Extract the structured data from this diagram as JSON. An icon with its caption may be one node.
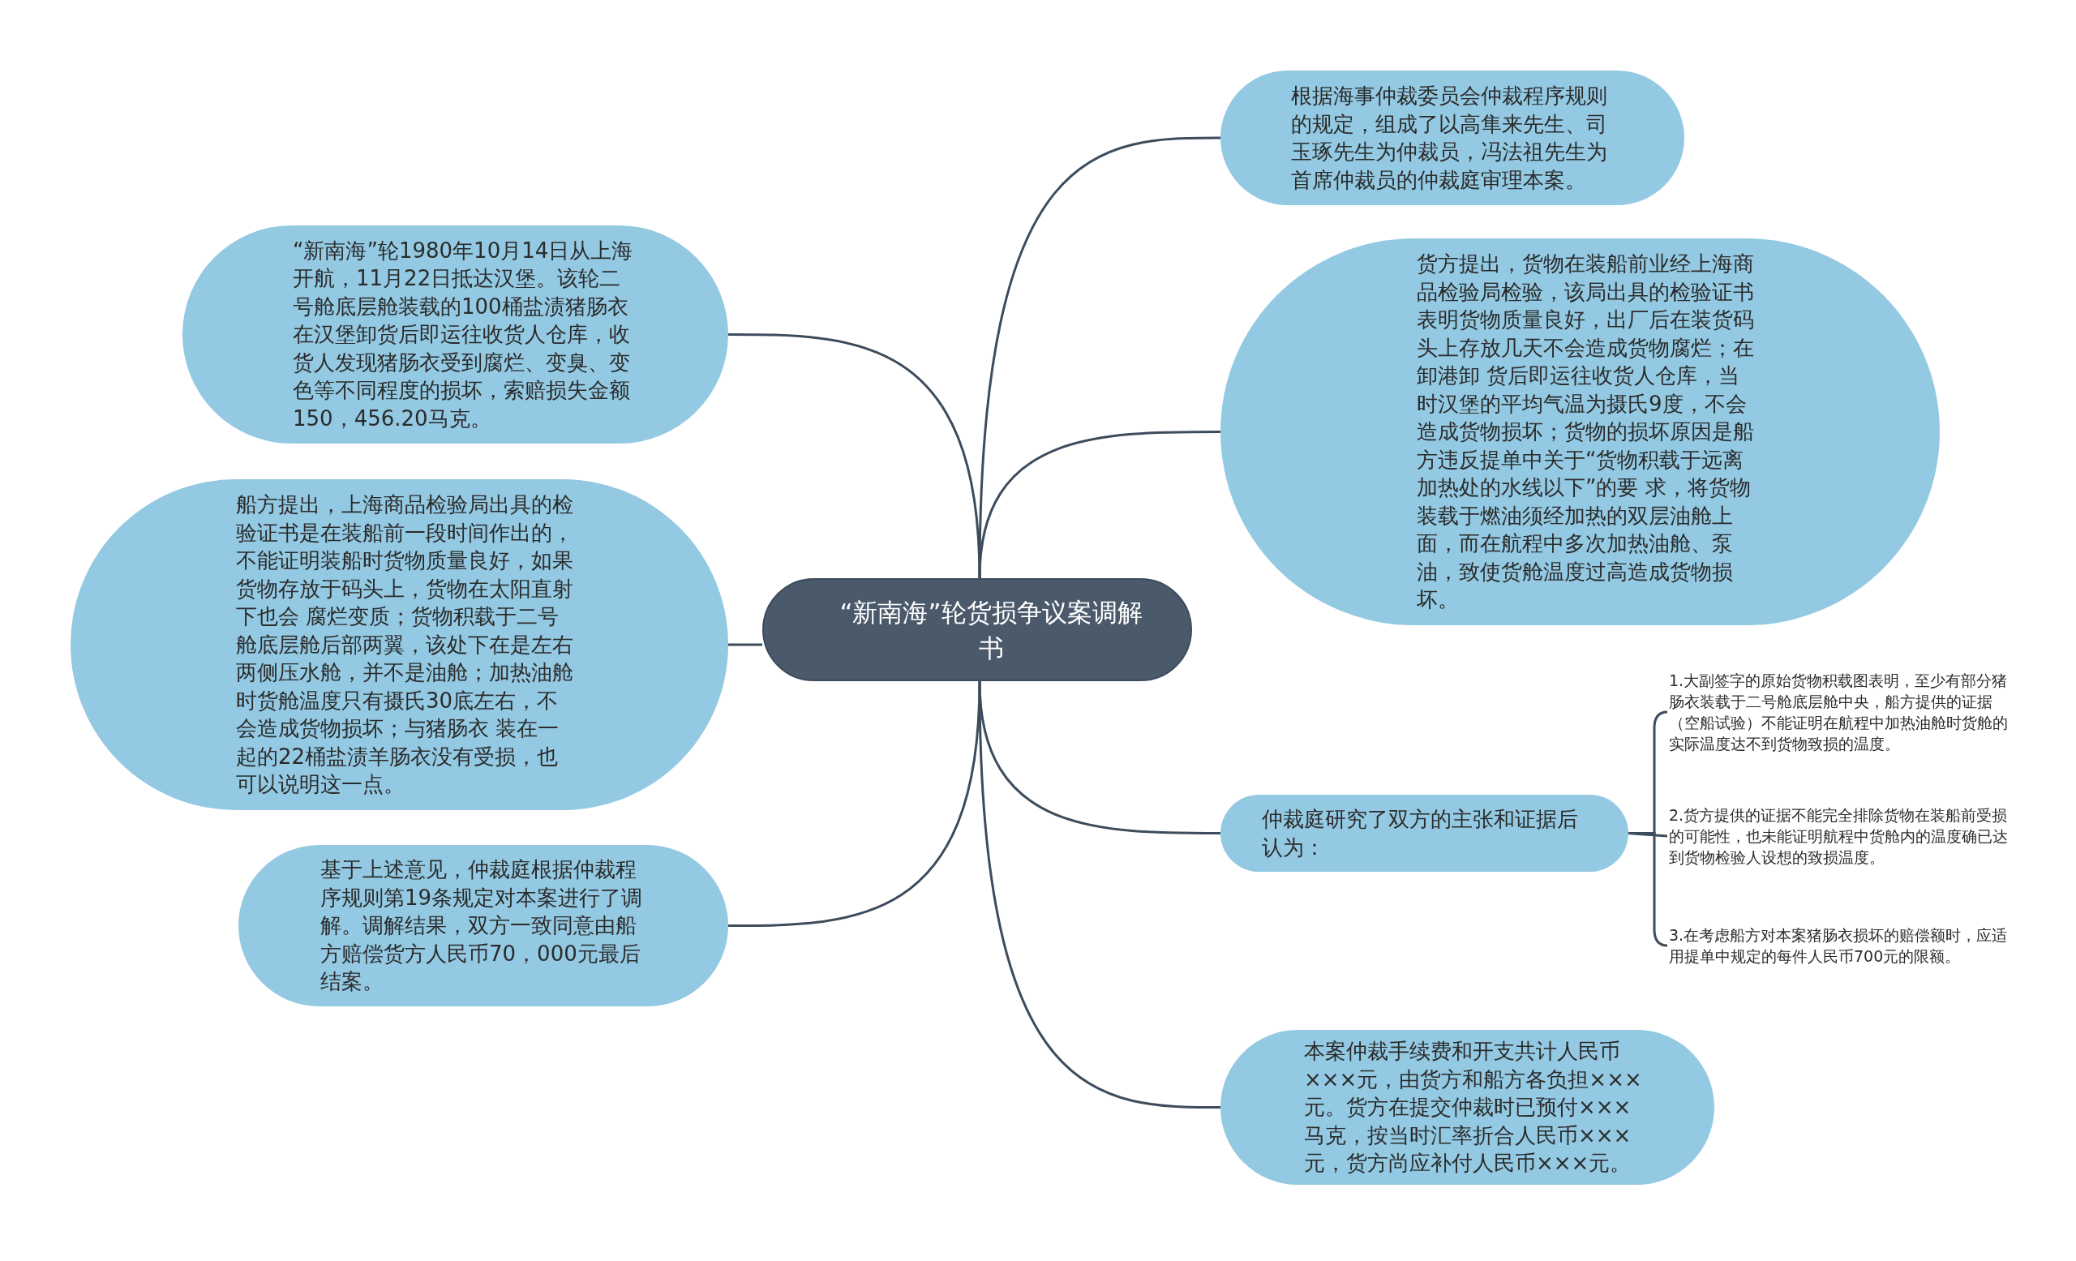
{
  "diagram": {
    "nodes": [
      {
        "text": [
          "“新南海”轮货损争议案调解书"
        ]
      },
      {
        "text": [
          "“新南海”轮1980年10月14日从上海开航，11月22日抵达汉堡。该轮二号舱底层舱装载的100桶盐渍猪肠衣在汉堡卸货后即运往收货人仓库，收货人发现猪肠衣受到腐烂、变臭、变色等不同程度的损坏，索赔损失金额150，456.20马克。"
        ]
      },
      {
        "text": [
          "船方提出，上海商品检验局出具的检验证书是在装船前一段时间作出的，不能证明装船时货物质量良好，如果货物存放于码头上，货物在太阳直射下也会 腐烂变质；货物积载于二号舱底层舱后部两翼，该处下在是左右两侧压水舱，并不是油舱；加热油舱时货舱温度只有摄氏30底左右，不会造成货物损坏；与猪肠衣 装在一起的22桶盐渍羊肠衣没有受损，也可以说明这一点。"
        ]
      },
      {
        "text": [
          "基于上述意见，仲裁庭根据仲裁程序规则第19条规定对本案进行了调解。调解结果，双方一致同意由船方赔偿货方人民币70，000元最后结案。"
        ]
      },
      {
        "text": [
          "根据海事仲裁委员会仲裁程序规则的规定，组成了以高隼来先生、司玉琢先生为仲裁员，冯法祖先生为首席仲裁员的仲裁庭审理本案。"
        ]
      },
      {
        "text": [
          "货方提出，货物在装船前业经上海商品检验局检验，该局出具的检验证书表明货物质量良好，出厂后在装货码头上存放几天不会造成货物腐烂；在卸港卸 货后即运往收货人仓库，当时汉堡的平均气温为摄氏9度，不会造成货物损坏；货物的损坏原因是船方违反提单中关于“货物积载于远离加热处的水线以下”的要 求，将货物装载于燃油须经加热的双层油舱上面，而在航程中多次加热油舱、泵油，致使货舱温度过高造成货物损坏。"
        ]
      },
      {
        "text": [
          "仲裁庭研究了双方的主张和证据后认为："
        ]
      },
      {
        "text": [
          "1.大副签字的原始货物积载图表明，至少有部分猪肠衣装载于二号舱底层舱中央，船方提供的证据（空船试验）不能证明在航程中加热油舱时货舱的实际温度达不到货物致损的温度。"
        ]
      },
      {
        "text": [
          "2.货方提供的证据不能完全排除货物在装船前受损的可能性，也未能证明航程中货舱内的温度确已达到货物检验人设想的致损温度。"
        ]
      },
      {
        "text": [
          "3.在考虑船方对本案猪肠衣损坏的赔偿额时，应适用提单中规定的每件人民币700元的限额。"
        ]
      },
      {
        "text": [
          "本案仲裁手续费和开支共计人民币×××元，由货方和船方各负担×××元。货方在提交仲裁时已预付×××马克，按当时汇率折合人民币×××元，货方尚应补付人民币×××元。"
        ]
      }
    ],
    "edges": [
      {
        "from": 0,
        "to": 1,
        "arrow": "none"
      },
      {
        "from": 0,
        "to": 2,
        "arrow": "none"
      },
      {
        "from": 0,
        "to": 3,
        "arrow": "none"
      },
      {
        "from": 0,
        "to": 4,
        "arrow": "none"
      },
      {
        "from": 0,
        "to": 5,
        "arrow": "none"
      },
      {
        "from": 0,
        "to": 6,
        "arrow": "none"
      },
      {
        "from": 6,
        "to": 7,
        "arrow": "none"
      },
      {
        "from": 6,
        "to": 8,
        "arrow": "none"
      },
      {
        "from": 6,
        "to": 9,
        "arrow": "none"
      },
      {
        "from": 0,
        "to": 10,
        "arrow": "none"
      }
    ]
  }
}
